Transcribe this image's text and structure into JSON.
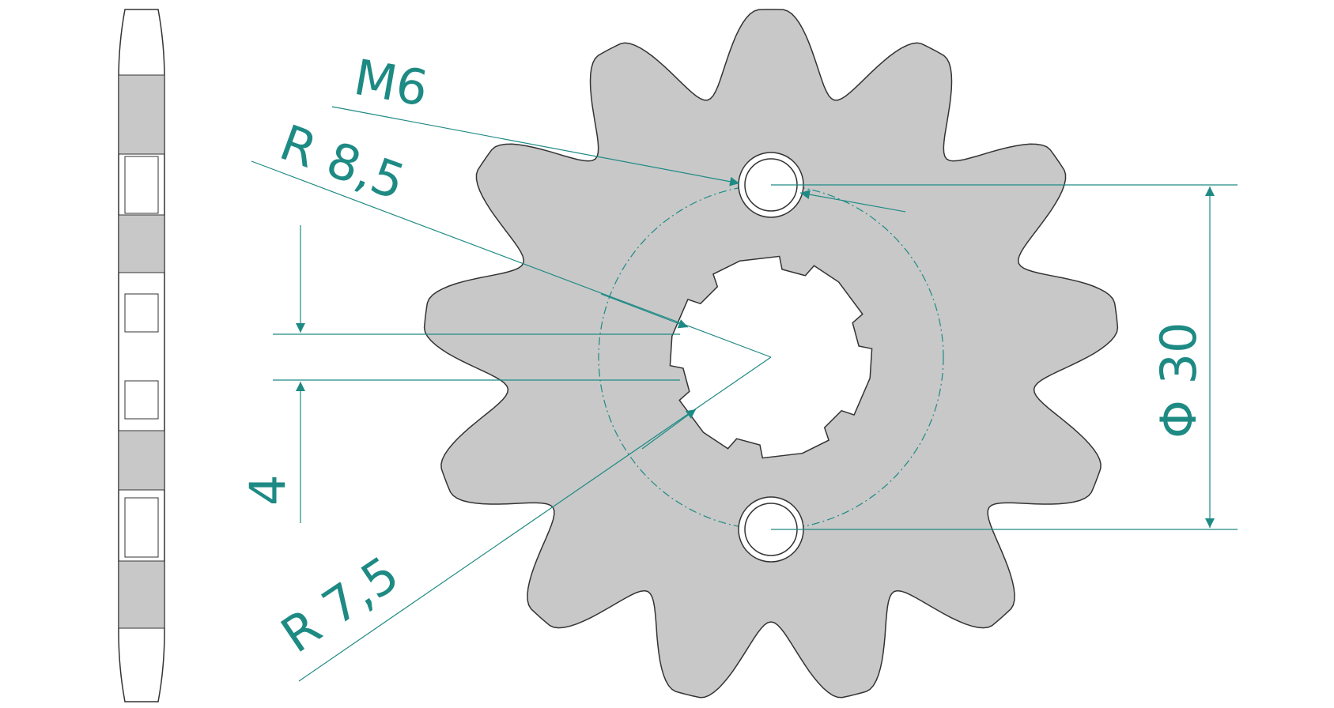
{
  "drawing": {
    "colors": {
      "dimension": "#1e8a84",
      "part_fill": "#c8c8c8",
      "part_outline": "#333333",
      "background": "#ffffff"
    },
    "sprocket": {
      "teeth": 13
    },
    "dimensions": {
      "thread": "M6",
      "spline_radius_outer": "R 8,5",
      "spline_radius_inner": "R 7,5",
      "bolt_circle": "Φ 30",
      "spline_width": "4"
    }
  }
}
